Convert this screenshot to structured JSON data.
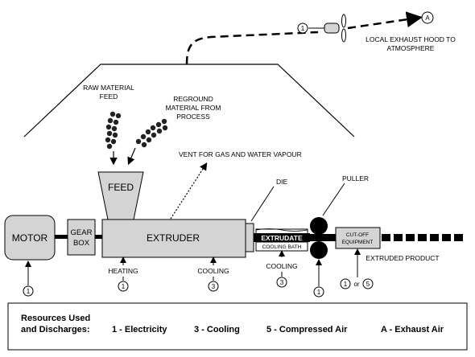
{
  "labels": {
    "motor": "MOTOR",
    "gearbox_1": "GEAR",
    "gearbox_2": "BOX",
    "extruder": "EXTRUDER",
    "feed": "FEED",
    "raw_material_1": "RAW MATERIAL",
    "raw_material_2": "FEED",
    "reground_1": "REGROUND",
    "reground_2": "MATERIAL FROM",
    "reground_3": "PROCESS",
    "vent": "VENT FOR GAS AND WATER VAPOUR",
    "die": "DIE",
    "puller": "PULLER",
    "extrudate": "EXTRUDATE",
    "cooling_bath": "COOLING BATH",
    "cutoff_1": "CUT-OFF",
    "cutoff_2": "EQUIPMENT",
    "extruded_product": "EXTRUDED PRODUCT",
    "heating": "HEATING",
    "cooling_extruder": "COOLING",
    "cooling_bath_label": "COOLING",
    "exhaust_1": "LOCAL EXHAUST HOOD TO",
    "exhaust_2": "ATMOSPHERE",
    "or_text": "or"
  },
  "markers": {
    "motor": "1",
    "heating": "1",
    "cooling_extruder": "3",
    "cooling_bath": "3",
    "puller": "1",
    "cutoff_a": "1",
    "cutoff_b": "5",
    "exhaust_fan": "1",
    "exhaust_dest": "A"
  },
  "legend": {
    "title_1": "Resources Used",
    "title_2": "and Discharges:",
    "items": [
      "1 - Electricity",
      "3 - Cooling",
      "5 - Compressed Air",
      "A - Exhaust Air"
    ]
  },
  "colors": {
    "box_fill": "#d4d4d4",
    "stroke": "#000000",
    "pellet": "#222222"
  }
}
